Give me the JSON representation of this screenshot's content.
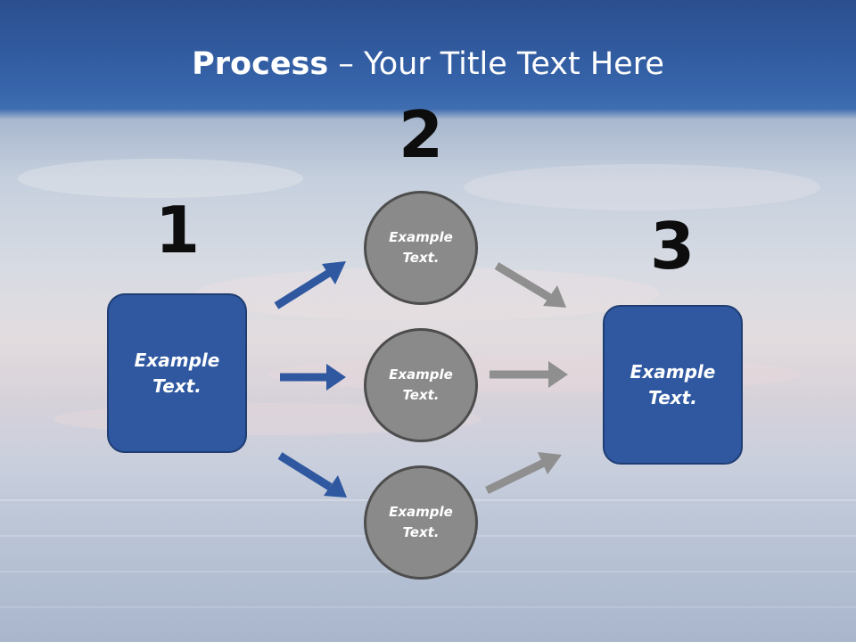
{
  "title": {
    "bold": "Process",
    "rest": " – Your Title Text Here"
  },
  "steps": [
    "1",
    "2",
    "3"
  ],
  "left_box": {
    "line1": "Example",
    "line2": "Text."
  },
  "right_box": {
    "line1": "Example",
    "line2": "Text."
  },
  "circles": [
    {
      "line1": "Example",
      "line2": "Text."
    },
    {
      "line1": "Example",
      "line2": "Text."
    },
    {
      "line1": "Example",
      "line2": "Text."
    }
  ],
  "colors": {
    "box_fill": "#2f58a0",
    "blue_arrow": "#2f58a0",
    "gray_arrow": "#8f8f8f",
    "circle_fill": "#8a8a8a"
  }
}
